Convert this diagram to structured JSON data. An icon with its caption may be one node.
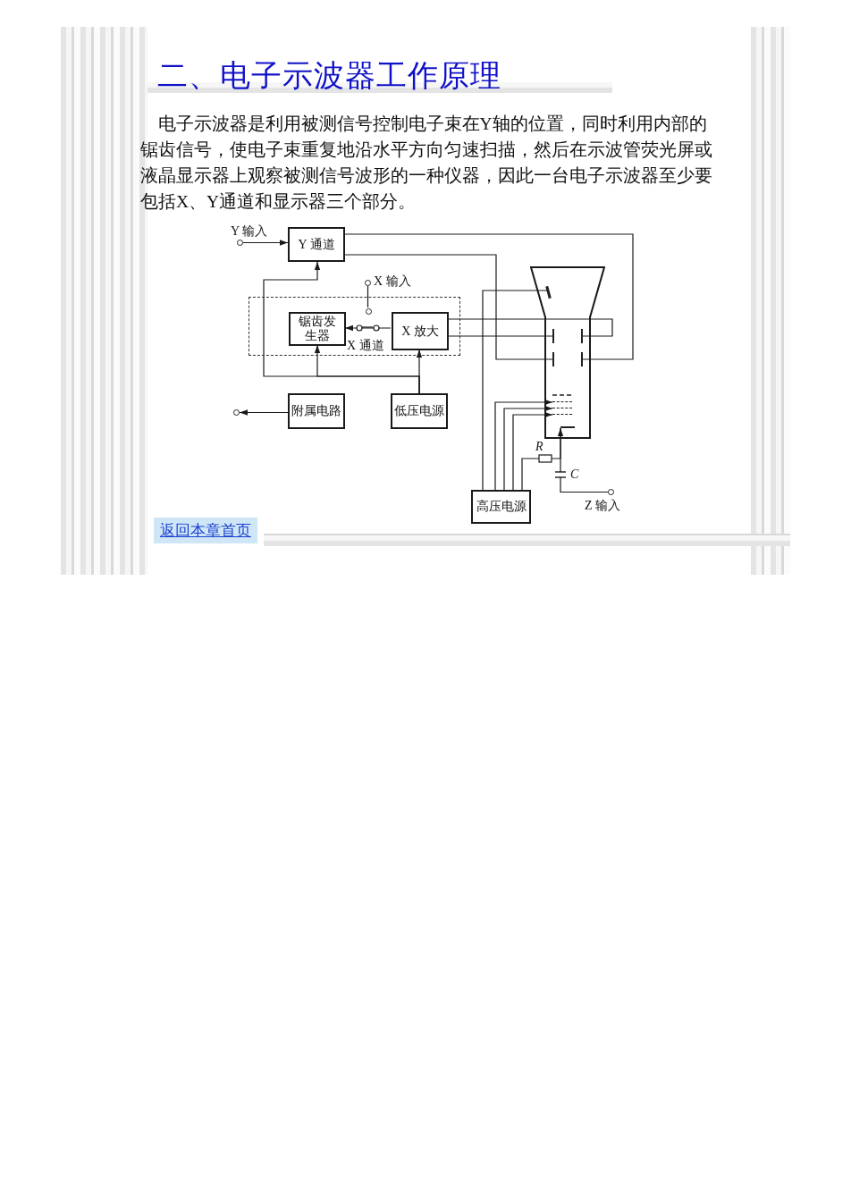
{
  "diagram": {
    "title": "二、电子示波器工作原理",
    "nodes": [
      {
        "text": [],
        "shape": "circle",
        "beside": [
          "Y 输入"
        ]
      },
      {
        "text": [
          "Y 通道"
        ]
      },
      {
        "text": [],
        "shape": "picture"
      },
      {
        "text": [],
        "shape": "bar",
        "in": 2
      },
      {
        "text": [],
        "shape": "bar",
        "in": 2
      },
      {
        "text": [],
        "shape": "bar",
        "in": 2
      },
      {
        "text": [],
        "shape": "bar",
        "in": 2
      },
      {
        "text": [],
        "shape": "bar",
        "in": 2
      },
      {
        "text": [],
        "shape": "bar",
        "in": 2
      },
      {
        "text": [],
        "shape": "bar",
        "in": 2
      },
      {
        "text": [],
        "shape": "bar",
        "in": 2
      },
      {
        "text": [],
        "shape": "bar",
        "in": 2
      },
      {
        "text": [],
        "shape": "circle",
        "beside": [
          "X 输入"
        ]
      },
      {
        "text": [
          "X 通道"
        ]
      },
      {
        "text": [
          "锯齿发生器"
        ],
        "in": 13
      },
      {
        "text": [
          "X 放大"
        ],
        "in": 13
      },
      {
        "text": [],
        "shape": "circle",
        "in": 13
      },
      {
        "text": [],
        "shape": "circle"
      },
      {
        "text": [
          "附属电路"
        ]
      },
      {
        "text": [
          "低压电源"
        ]
      },
      {
        "text": [],
        "shape": "circle",
        "beside": [
          "Z 输入"
        ]
      },
      {
        "text": [
          "高压电源"
        ]
      }
    ],
    "edges": [
      {
        "from": 0,
        "to": 1,
        "arrow": "to"
      },
      {
        "from": 1,
        "to": 7,
        "arrow": "none"
      },
      {
        "from": 1,
        "to": 6,
        "arrow": "none"
      },
      {
        "from": 15,
        "to": 5,
        "arrow": "none"
      },
      {
        "from": 15,
        "to": 4,
        "arrow": "none"
      },
      {
        "from": 12,
        "to": 16,
        "arrow": "none"
      },
      {
        "from": 15,
        "to": 14,
        "arrow": "to"
      },
      {
        "from": 19,
        "to": 14,
        "arrow": "to"
      },
      {
        "from": 19,
        "to": 15,
        "arrow": "to"
      },
      {
        "from": 19,
        "to": 1,
        "arrow": "to"
      },
      {
        "from": 18,
        "to": 17,
        "arrow": "to"
      },
      {
        "from": 21,
        "to": 3,
        "arrow": "none"
      },
      {
        "from": 21,
        "to": 8,
        "arrow": "to"
      },
      {
        "from": 21,
        "to": 9,
        "arrow": "to"
      },
      {
        "from": 21,
        "to": 10,
        "arrow": "to"
      },
      {
        "from": 21,
        "to": 11,
        "arrow": "to",
        "label": "R"
      },
      {
        "from": 20,
        "to": 11,
        "arrow": "none",
        "label": "C"
      }
    ],
    "labels": [
      "电子示波器是利用被测信号控制电子束在Y轴的位置，同时利用内部的锯齿信号，使电子束重复地沿水平方向匀速扫描，然后在示波管荧光屏或液晶显示器上观察被测信号波形的一种仪器，因此一台电子示波器至少要包括X、Y通道和显示器三个部分。",
      "返回本章首页"
    ]
  }
}
